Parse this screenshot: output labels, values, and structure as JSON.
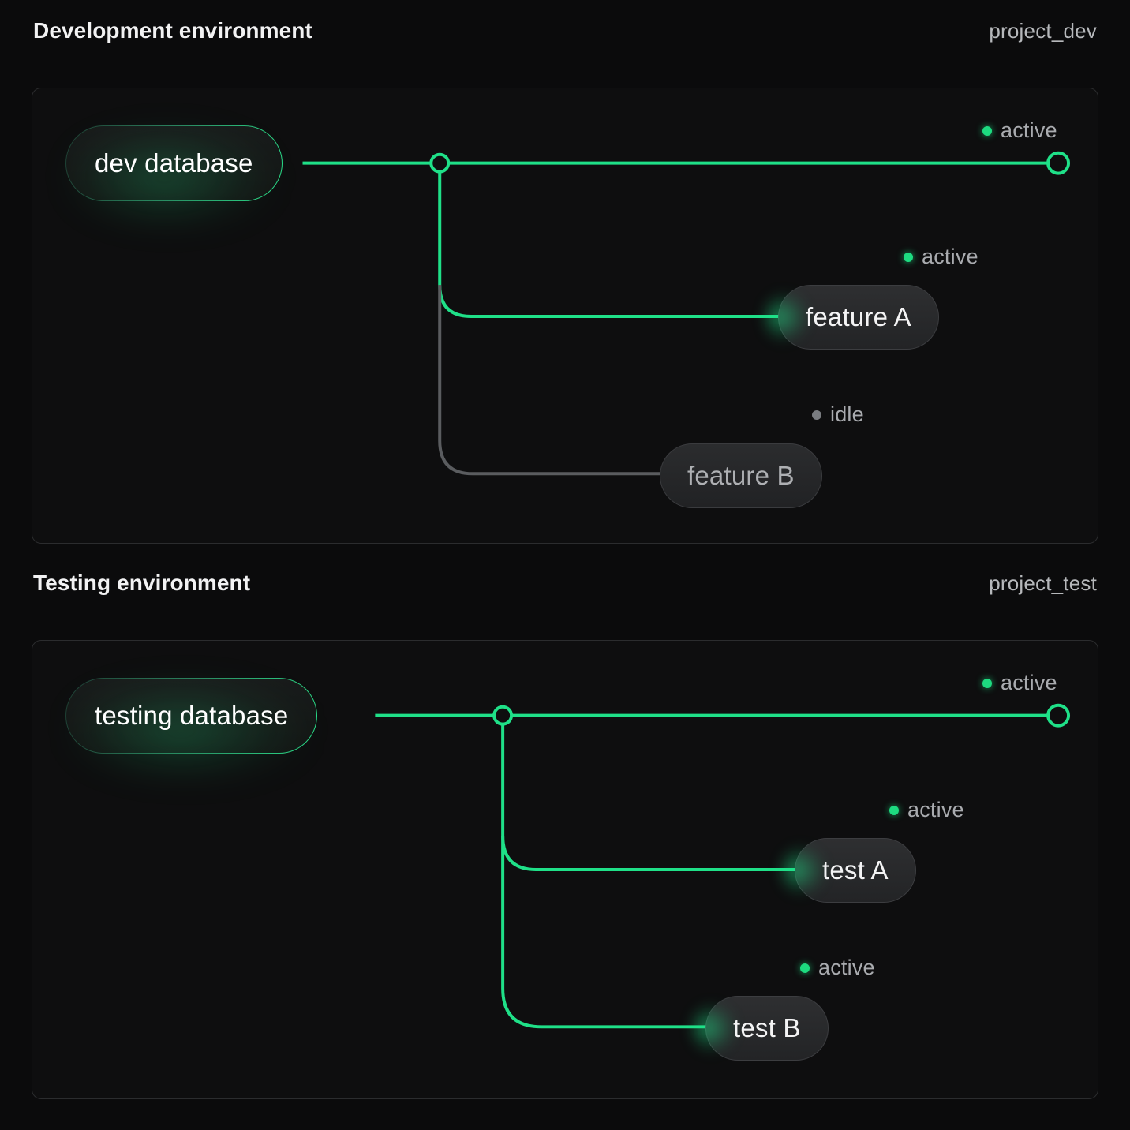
{
  "theme": {
    "page_bg": "#0b0b0c",
    "card_bg": "#0e0e0f",
    "card_border": "#2b2c2e",
    "accent_green": "#1fe088",
    "idle_gray": "#5a5c5f",
    "text_primary": "#f2f2f3",
    "text_muted": "#a9abaf"
  },
  "sections": [
    {
      "id": "dev",
      "title": "Development environment",
      "tag": "project_dev",
      "source": {
        "label": "dev database",
        "state": "active"
      },
      "trunk_status": {
        "label": "active",
        "state": "active"
      },
      "branches": [
        {
          "label": "feature A",
          "status": "active",
          "state": "active"
        },
        {
          "label": "feature B",
          "status": "idle",
          "state": "idle"
        }
      ]
    },
    {
      "id": "test",
      "title": "Testing environment",
      "tag": "project_test",
      "source": {
        "label": "testing database",
        "state": "active"
      },
      "trunk_status": {
        "label": "active",
        "state": "active"
      },
      "branches": [
        {
          "label": "test A",
          "status": "active",
          "state": "active"
        },
        {
          "label": "test B",
          "status": "active",
          "state": "active"
        }
      ]
    }
  ]
}
